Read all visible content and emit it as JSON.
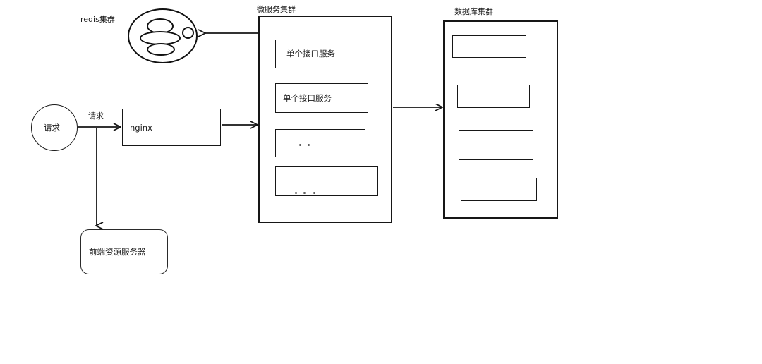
{
  "diagram": {
    "title_labels": {
      "redis_cluster": "redis集群",
      "microservice_cluster": "微服务集群",
      "database_cluster": "数据库集群"
    },
    "nodes": {
      "request_circle": "请求",
      "request_arrow_label": "请求",
      "nginx": "nginx",
      "frontend_server": "前端资源服务器"
    },
    "microservices": [
      {
        "label": "单个接口服务",
        "dots": 0
      },
      {
        "label": "单个接口服务",
        "dots": 0
      },
      {
        "label": "",
        "dots": 2
      },
      {
        "label": "",
        "dots": 3
      }
    ],
    "databases": [
      {
        "label": ""
      },
      {
        "label": ""
      },
      {
        "label": ""
      },
      {
        "label": ""
      }
    ],
    "colors": {
      "stroke": "#161616",
      "background": "#ffffff",
      "text": "#1a1a1a",
      "dot": "#5a5a5a"
    }
  }
}
